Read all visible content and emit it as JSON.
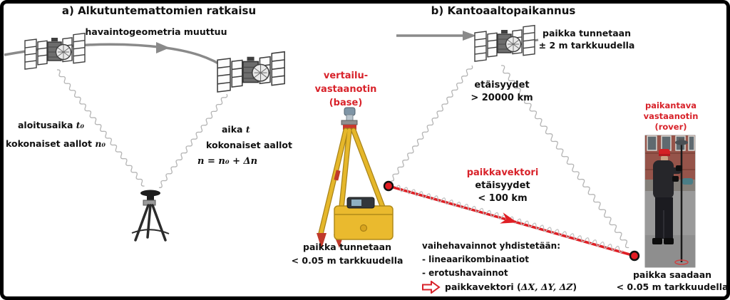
{
  "panel_a": {
    "title": "a) Alkutuntemattomien ratkaisu",
    "orbit_label": "havaintogeometria muuttuu",
    "start_time_label": "aloitusaika",
    "start_time_math": "t₀",
    "whole_waves_start_label": "kokonaiset aallot",
    "whole_waves_start_math": "n₀",
    "time_label": "aika",
    "time_math": "t",
    "whole_waves_label": "kokonaiset aallot",
    "equation": "n = n₀ + Δn"
  },
  "panel_b": {
    "title": "b) Kantoaaltopaikannus",
    "satellite_caption_line1": "paikka tunnetaan",
    "satellite_caption_line2": "± 2 m tarkkuudella",
    "sat_distance_line1": "etäisyydet",
    "sat_distance_line2": "> 20000 km",
    "base_label_line1": "vertailu-",
    "base_label_line2": "vastaanotin",
    "base_label_line3": "(base)",
    "base_caption_line1": "paikka tunnetaan",
    "base_caption_line2": "< 0.05 m tarkkuudella",
    "vector_label": "paikkavektori",
    "vector_distance_line1": "etäisyydet",
    "vector_distance_line2": "< 100 km",
    "rover_label_line1": "paikantava",
    "rover_label_line2": "vastaanotin",
    "rover_label_line3": "(rover)",
    "rover_caption_line1": "paikka saadaan",
    "rover_caption_line2": "< 0.05 m tarkkuudella",
    "phase_title": "vaihehavainnot yhdistetään:",
    "phase_item1": "- lineaarikombinaatiot",
    "phase_item2": "- erotushavainnot",
    "phase_result_label": "paikkavektori (",
    "phase_result_math": "ΔX, ΔY, ΔZ",
    "phase_result_close": ")"
  },
  "icons": {
    "satellite": "gps-satellite-line-art",
    "block_arrow": "hollow-right-arrow",
    "carrier_wave": "sine-wave-line",
    "baseline_dot": "red-endpoint-dot"
  },
  "colors": {
    "accent_red": "#d8222a",
    "vector_red": "#df1f25",
    "arrow_gray": "#8a8a8a",
    "wave_gray": "#b4b4b4",
    "tripod_yellow": "#e5b72a",
    "border_black": "#000000"
  }
}
